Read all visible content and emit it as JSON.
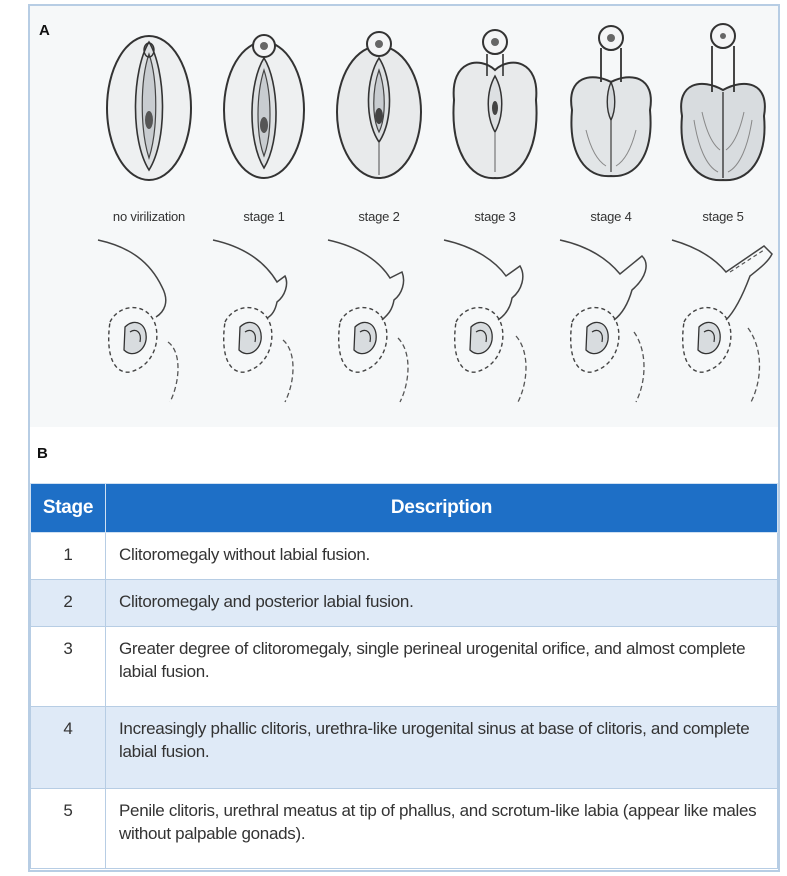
{
  "panel_a": {
    "letter": "A",
    "stages": [
      {
        "label": "no virilization"
      },
      {
        "label": "stage 1"
      },
      {
        "label": "stage 2"
      },
      {
        "label": "stage 3"
      },
      {
        "label": "stage 4"
      },
      {
        "label": "stage 5"
      }
    ]
  },
  "panel_b": {
    "letter": "B",
    "headers": {
      "stage": "Stage",
      "description": "Description"
    },
    "rows": [
      {
        "stage": "1",
        "description": "Clitoromegaly without labial fusion."
      },
      {
        "stage": "2",
        "description": "Clitoromegaly and posterior labial fusion."
      },
      {
        "stage": "3",
        "description": "Greater degree of clitoromegaly, single perineal urogenital orifice, and almost complete labial fusion."
      },
      {
        "stage": "4",
        "description": "Increasingly phallic clitoris, urethra-like urogenital sinus at base of clitoris, and complete labial fusion."
      },
      {
        "stage": "5",
        "description": "Penile clitoris, urethral meatus at tip of phallus, and scrotum-like labia (appear like males without palpable gonads)."
      }
    ]
  },
  "colors": {
    "header_blue": "#1e6fc6",
    "row_shade": "#dfeaf7",
    "border": "#b7cde4"
  }
}
